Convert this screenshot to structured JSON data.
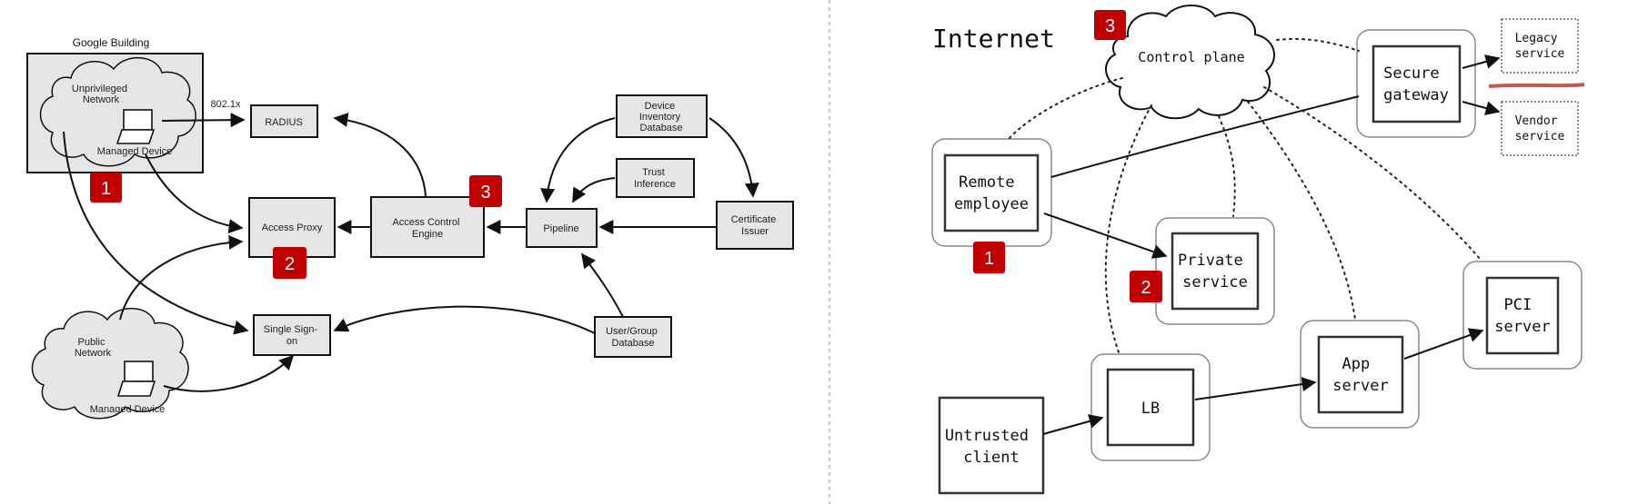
{
  "colors": {
    "badge": "#c00000",
    "box_fill": "#e8e8e8",
    "line": "#111111",
    "red_divider": "#c0392b"
  },
  "left": {
    "building_title": "Google Building",
    "unprivileged_network": [
      "Unprivileged",
      "Network"
    ],
    "managed_device_1": "Managed Device",
    "edge_label_8021x": "802.1x",
    "radius": "RADIUS",
    "access_proxy": "Access Proxy",
    "access_control_engine": [
      "Access Control",
      "Engine"
    ],
    "pipeline": "Pipeline",
    "device_inventory_db": [
      "Device",
      "Inventory",
      "Database"
    ],
    "trust_inference": [
      "Trust",
      "Inference"
    ],
    "certificate_issuer": [
      "Certificate",
      "Issuer"
    ],
    "single_sign_on": [
      "Single Sign-",
      "on"
    ],
    "user_group_db": [
      "User/Group",
      "Database"
    ],
    "public_network": [
      "Public",
      "Network"
    ],
    "managed_device_2": "Managed Device",
    "badges": [
      "1",
      "2",
      "3"
    ]
  },
  "right": {
    "internet_title": "Internet",
    "control_plane": "Control plane",
    "secure_gateway": [
      "Secure",
      "gateway"
    ],
    "legacy_service": [
      "Legacy",
      "service"
    ],
    "vendor_service": [
      "Vendor",
      "service"
    ],
    "remote_employee": [
      "Remote",
      "employee"
    ],
    "private_service": [
      "Private",
      "service"
    ],
    "pci_server": [
      "PCI",
      "server"
    ],
    "app_server": [
      "App",
      "server"
    ],
    "lb": "LB",
    "untrusted_client": [
      "Untrusted",
      "client"
    ],
    "badges": [
      "1",
      "2",
      "3"
    ]
  }
}
